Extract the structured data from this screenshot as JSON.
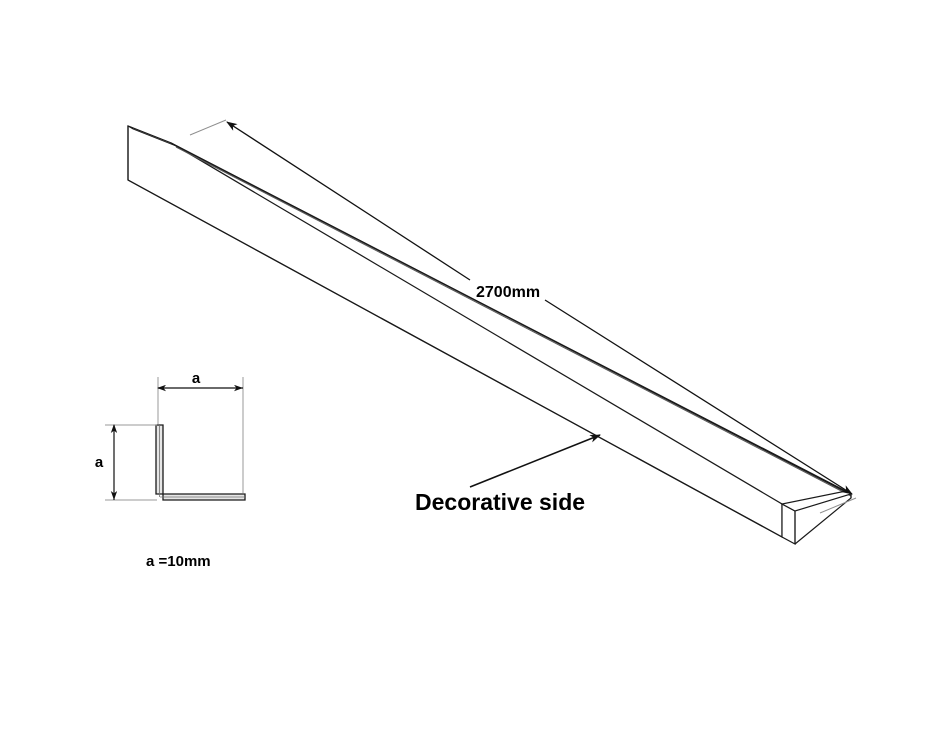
{
  "drawing": {
    "title": "Aluminium L-angle trim technical drawing",
    "background_color": "#ffffff",
    "line_color": "#1a1a1a",
    "extension_line_color": "#9a9a9a",
    "shading_color": "#d9d9d9"
  },
  "labels": {
    "length_dimension": "2700mm",
    "decorative_side": "Decorative side",
    "leg_note": "a =10mm",
    "leg_width_symbol": "a",
    "leg_height_symbol": "a"
  },
  "chart_data": {
    "type": "diagram",
    "title": "L-angle profile 2700mm, leg a = 10mm",
    "part": {
      "shape": "L-angle / corner trim",
      "length_mm": 2700,
      "leg_a_mm": 10
    },
    "annotations": [
      {
        "name": "length",
        "text": "2700mm",
        "value": 2700,
        "unit": "mm"
      },
      {
        "name": "leg-width",
        "text": "a",
        "value": 10,
        "unit": "mm"
      },
      {
        "name": "leg-height",
        "text": "a",
        "value": 10,
        "unit": "mm"
      },
      {
        "name": "leg-equation",
        "text": "a =10mm"
      },
      {
        "name": "surface-callout",
        "text": "Decorative side"
      }
    ]
  }
}
